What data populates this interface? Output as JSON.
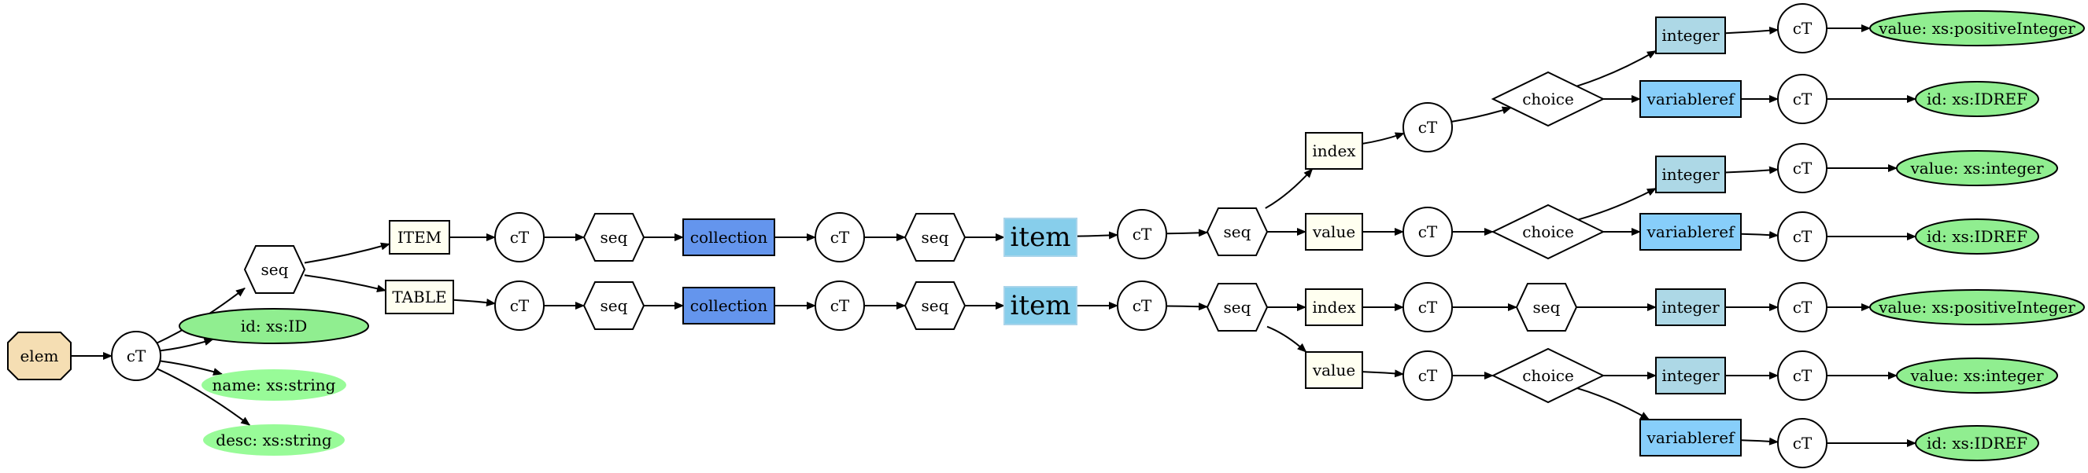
{
  "labels": {
    "root": "elem",
    "ct": "cT",
    "seq": "seq",
    "choice": "choice",
    "item_tag": "ITEM",
    "table_tag": "TABLE",
    "collection": "collection",
    "item": "item",
    "index": "index",
    "value": "value",
    "integer": "integer",
    "variableref": "variableref",
    "attr_id": "id: xs:ID",
    "attr_name": "name: xs:string",
    "attr_desc": "desc: xs:string",
    "attr_value_posint": "value: xs:positiveInteger",
    "attr_value_int": "value: xs:integer",
    "attr_id_idref": "id: xs:IDREF"
  },
  "colors": {
    "root_fill": "#f5deb3",
    "element_fill": "#fffff0",
    "collection_fill": "#6495ed",
    "item_fill": "#87ceeb",
    "integer_fill": "#add8e6",
    "variableref_fill": "#87cefa",
    "required_attr_fill": "#90ee90",
    "optional_attr_fill": "#98fb98"
  }
}
